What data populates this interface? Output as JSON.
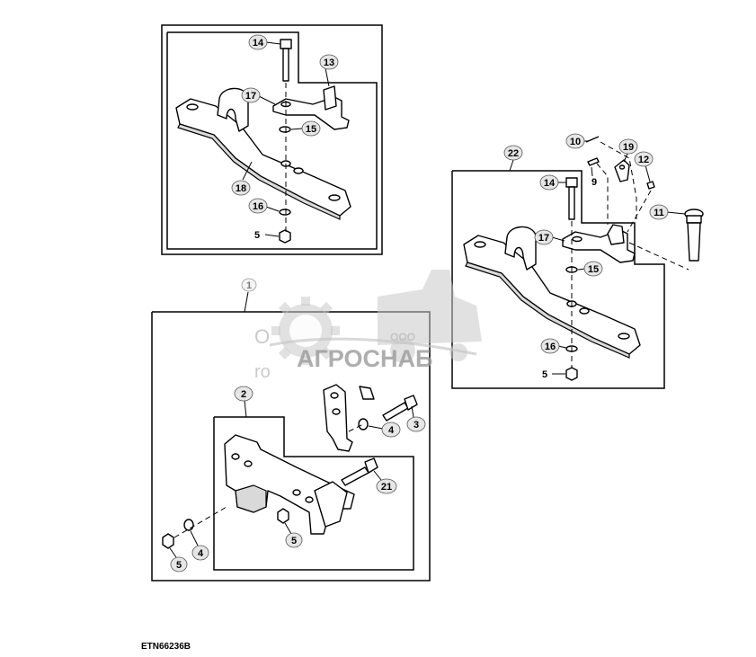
{
  "drawing_id": "ETN66236B",
  "watermark": {
    "company": "ООО",
    "name": "АГРОСНАБ",
    "partial_text_1": "О",
    "partial_text_2": "ro"
  },
  "callouts": {
    "top_left": [
      {
        "num": "14"
      },
      {
        "num": "13"
      },
      {
        "num": "17"
      },
      {
        "num": "15"
      },
      {
        "num": "18"
      },
      {
        "num": "16"
      },
      {
        "num": "5"
      }
    ],
    "right": [
      {
        "num": "22"
      },
      {
        "num": "10"
      },
      {
        "num": "19"
      },
      {
        "num": "12"
      },
      {
        "num": "9"
      },
      {
        "num": "14"
      },
      {
        "num": "11"
      },
      {
        "num": "17"
      },
      {
        "num": "15"
      },
      {
        "num": "16"
      },
      {
        "num": "5"
      }
    ],
    "bottom": [
      {
        "num": "1"
      },
      {
        "num": "2"
      },
      {
        "num": "3"
      },
      {
        "num": "4"
      },
      {
        "num": "21"
      },
      {
        "num": "5"
      },
      {
        "num": "4"
      },
      {
        "num": "5"
      }
    ]
  }
}
